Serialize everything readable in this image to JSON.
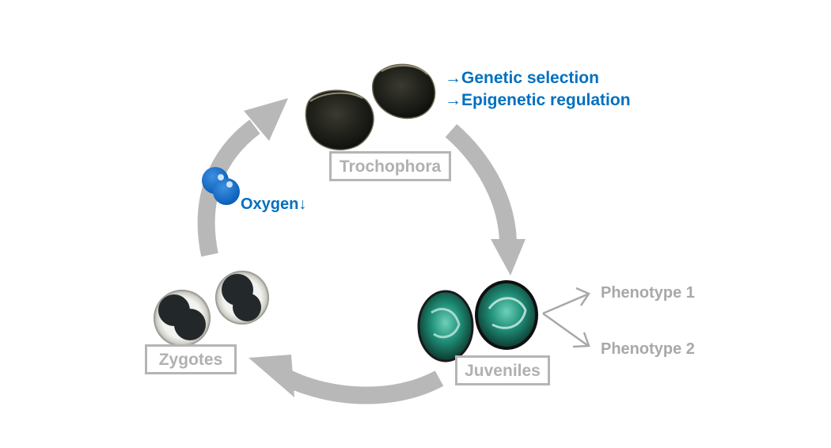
{
  "stages": {
    "trochophora": "Trochophora",
    "juveniles": "Juveniles",
    "zygotes": "Zygotes"
  },
  "annotations": {
    "genetic": "→Genetic selection",
    "epigenetic": "→Epigenetic regulation",
    "oxygen": "Oxygen↓"
  },
  "phenotypes": [
    "Phenotype 1",
    "Phenotype 2"
  ],
  "colors": {
    "arrow": "#b8b8b8",
    "annotation": "#0070c0",
    "stage_border": "#b5b5b5",
    "stage_text": "#b0b0b0",
    "phenotype_text": "#a8a8a8"
  },
  "icons": [
    "cycle-arrow",
    "larva-image",
    "juvenile-shell-image",
    "zygote-image",
    "oxygen-molecule-icon",
    "branch-arrow-icon"
  ]
}
